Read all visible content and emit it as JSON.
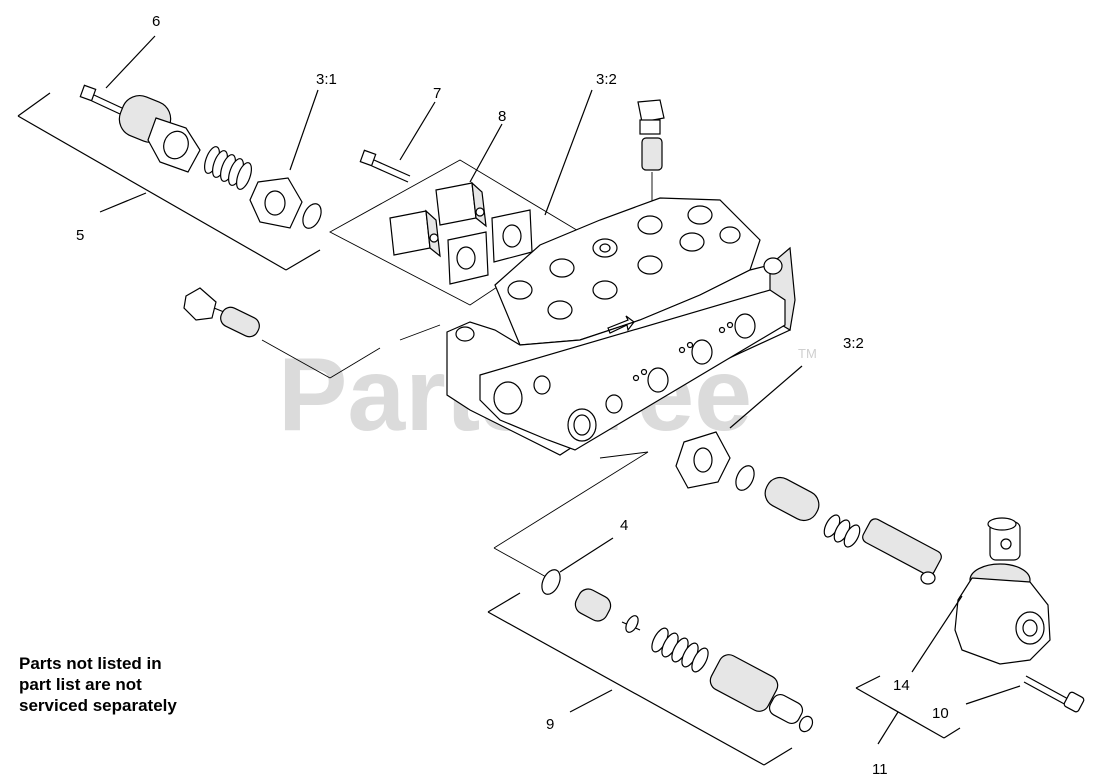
{
  "watermark": {
    "text": "PartsTree",
    "tm": "TM"
  },
  "labels": {
    "l6": "6",
    "l3_1": "3:1",
    "l7": "7",
    "l8": "8",
    "l3_2_top": "3:2",
    "l5": "5",
    "l3_2_right": "3:2",
    "l4": "4",
    "l14": "14",
    "l10": "10",
    "l9": "9",
    "l11": "11"
  },
  "note": {
    "line1": "Parts not listed in",
    "line2": "part list are not",
    "line3": "serviced separately"
  }
}
